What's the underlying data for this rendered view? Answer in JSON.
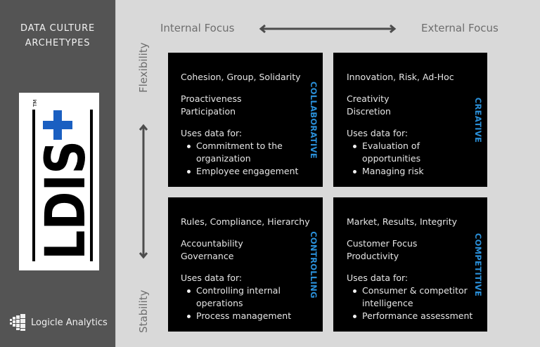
{
  "sidebar": {
    "title_line1": "DATA CULTURE",
    "title_line2": "ARCHETYPES",
    "logo": {
      "text": "LDIS",
      "tm": "TM",
      "plus_color": "#1a5fc1",
      "icon": "ldis-plus-logo"
    },
    "brand": {
      "name": "Logicle Analytics",
      "icon": "logicle-grid-icon"
    }
  },
  "axes": {
    "horizontal": {
      "left": "Internal Focus",
      "right": "External Focus",
      "icon": "double-arrow-horizontal"
    },
    "vertical": {
      "top": "Flexibility",
      "bottom": "Stability",
      "icon": "double-arrow-vertical"
    }
  },
  "accent_color": "#2a8fd8",
  "quadrants": [
    {
      "tag": "COLLABORATIVE",
      "values": "Cohesion, Group, Solidarity",
      "traits": [
        "Proactiveness",
        "Participation"
      ],
      "uses_label": "Uses data for:",
      "uses": [
        "Commitment to the organization",
        "Employee engagement"
      ]
    },
    {
      "tag": "CREATIVE",
      "values": "Innovation, Risk, Ad-Hoc",
      "traits": [
        "Creativity",
        "Discretion"
      ],
      "uses_label": "Uses data for:",
      "uses": [
        "Evaluation of opportunities",
        "Managing risk"
      ]
    },
    {
      "tag": "CONTROLLING",
      "values": "Rules, Compliance, Hierarchy",
      "traits": [
        "Accountability",
        "Governance"
      ],
      "uses_label": "Uses data for:",
      "uses": [
        "Controlling internal operations",
        "Process management"
      ]
    },
    {
      "tag": "COMPETITIVE",
      "values": "Market, Results, Integrity",
      "traits": [
        "Customer Focus",
        "Productivity"
      ],
      "uses_label": "Uses data for:",
      "uses": [
        "Consumer & competitor intelligence",
        "Performance assessment"
      ]
    }
  ]
}
